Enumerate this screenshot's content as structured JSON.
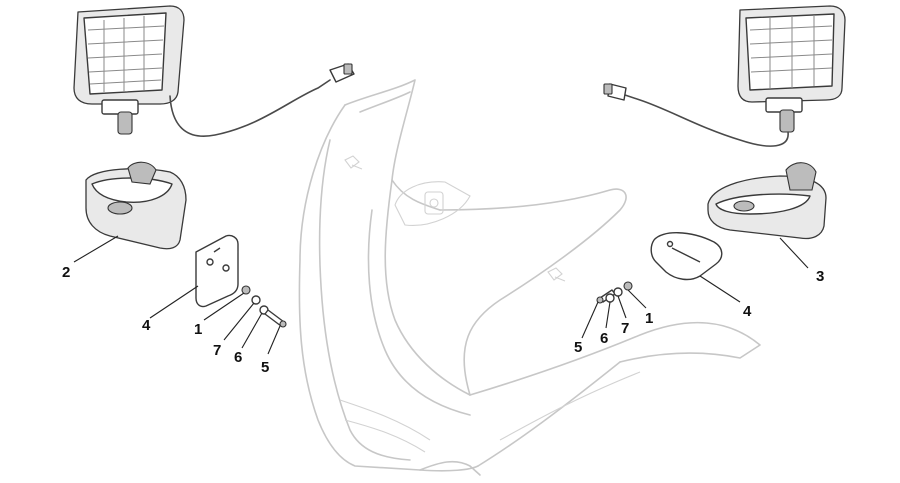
{
  "callouts": [
    {
      "id": "left-mount-2",
      "label": "2"
    },
    {
      "id": "left-plate-4",
      "label": "4"
    },
    {
      "id": "left-nut-1",
      "label": "1"
    },
    {
      "id": "left-washer-7",
      "label": "7"
    },
    {
      "id": "left-washer-6",
      "label": "6"
    },
    {
      "id": "left-bolt-5",
      "label": "5"
    },
    {
      "id": "right-mount-3",
      "label": "3"
    },
    {
      "id": "right-plate-4",
      "label": "4"
    },
    {
      "id": "right-bolt-5",
      "label": "5"
    },
    {
      "id": "right-washer-6",
      "label": "6"
    },
    {
      "id": "right-washer-7",
      "label": "7"
    },
    {
      "id": "right-nut-1",
      "label": "1"
    }
  ],
  "colors": {
    "ghost_outline": "#c7c7c7",
    "part_outline": "#3a3a3a",
    "text": "#111111"
  }
}
